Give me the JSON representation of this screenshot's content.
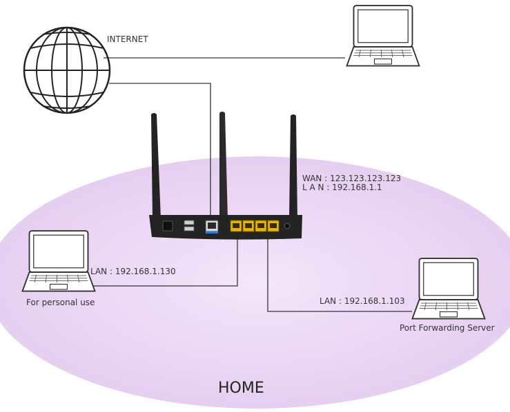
{
  "labels": {
    "internet": "INTERNET",
    "wan": "WAN : 123.123.123.123",
    "lan_router": "L A N : 192.168.1.1",
    "lan_personal": "LAN : 192.168.1.130",
    "personal_caption": "For personal use",
    "lan_server": "LAN : 192.168.1.103",
    "server_caption": "Port Forwarding Server",
    "home": "HOME"
  },
  "colors": {
    "home_zone": "#ebd7f4",
    "line": "#333333",
    "router_body": "#232323",
    "lan_port": "#e8b400",
    "usb_accent": "#2f7ad9"
  },
  "icons": [
    "globe-icon",
    "laptop-icon",
    "router-icon"
  ]
}
